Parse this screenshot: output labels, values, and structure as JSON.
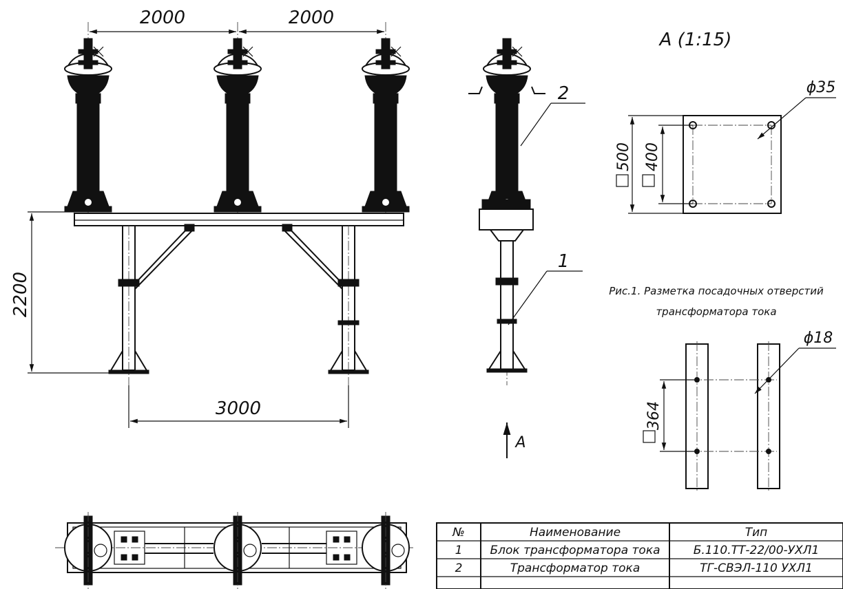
{
  "dimensions": {
    "spacing_left": "2000",
    "spacing_right": "2000",
    "height": "2200",
    "leg_span": "3000",
    "plate_outer": "500",
    "plate_inner": "400",
    "hole_large": "ϕ35",
    "rail_spacing": "364",
    "hole_small": "ϕ18"
  },
  "labels": {
    "view_title": "A (1:15)",
    "view_arrow": "A",
    "leader_1": "1",
    "leader_2": "2"
  },
  "caption": {
    "line1": "Рис.1. Разметка посадочных отверстий",
    "line2": "трансформатора тока"
  },
  "table": {
    "headers": [
      "№",
      "Наименование",
      "Тип"
    ],
    "rows": [
      [
        "1",
        "Блок трансформатора тока",
        "Б.110.ТТ-22/00-УХЛ1"
      ],
      [
        "2",
        "Трансформатор тока",
        "ТГ-СВЭЛ-110 УХЛ1"
      ]
    ]
  }
}
